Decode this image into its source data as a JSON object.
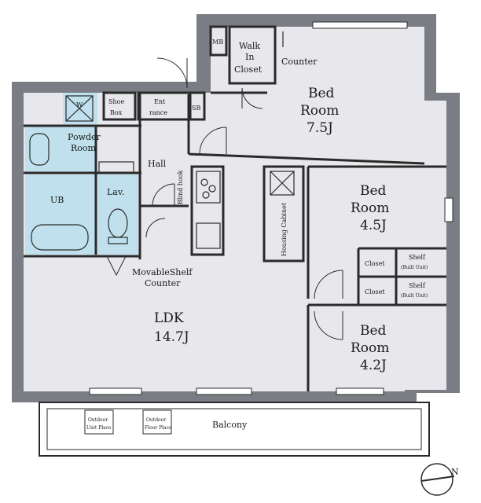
{
  "rooms": {
    "bed1_name": "Bed",
    "bed1_room": "Room",
    "bed1_size": "7.5J",
    "bed2_name": "Bed",
    "bed2_room": "Room",
    "bed2_size": "4.5J",
    "bed3_name": "Bed",
    "bed3_room": "Room",
    "bed3_size": "4.2J",
    "ldk_name": "LDK",
    "ldk_size": "14.7J",
    "walkin_1": "Walk",
    "walkin_2": "In",
    "walkin_3": "Closet",
    "mb": "MB",
    "counter_top": "Counter",
    "shoe_1": "Shoe",
    "shoe_2": "Box",
    "entrance_1": "Ent",
    "entrance_2": "rance",
    "sb": "SB",
    "powder_1": "Powder",
    "powder_2": "Room",
    "ub": "UB",
    "lav": "Lav.",
    "hall": "Hall",
    "blind_hook": "Blind hook",
    "housing_cabinet": "Housing Cabinet",
    "movable_shelf": "MovableShelf",
    "counter_bottom": "Counter",
    "closet_a": "Closet",
    "closet_b": "Closet",
    "shelf_a": "Shelf",
    "shelf_a_sub": "(Built Unit)",
    "shelf_b": "Shelf",
    "shelf_b_sub": "(Built Unit)",
    "balcony": "Balcony",
    "balcony_unit1_a": "Outdoor",
    "balcony_unit1_b": "Unit Place",
    "balcony_unit2_a": "Outdoor",
    "balcony_unit2_b": "Floor Place",
    "compass": "N",
    "wash": "W"
  },
  "colors": {
    "wall": "#7b7d85",
    "floor": "#e8e8ec",
    "wet_area": "#bfe0ec",
    "line": "#2a2a2a"
  }
}
